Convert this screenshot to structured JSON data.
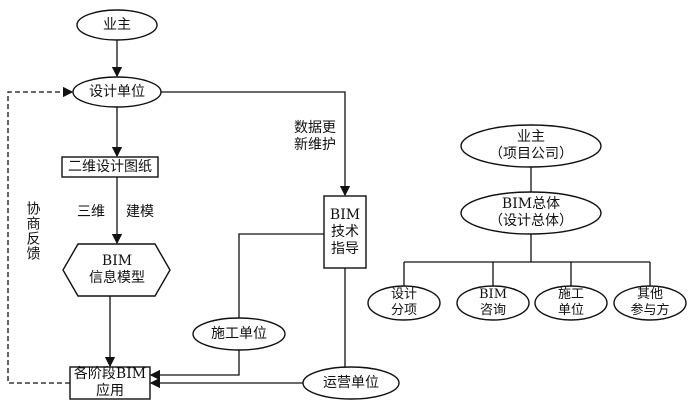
{
  "left_flow": {
    "owner": "业主",
    "design_unit": "设计单位",
    "drawings_2d": "二维设计图纸",
    "modeling_left": "三维",
    "modeling_right": "建模",
    "bim_model_line1": "BIM",
    "bim_model_line2": "信息模型",
    "construction_unit": "施工单位",
    "operation_unit": "运营单位",
    "stage_app_line1": "各阶段BIM",
    "stage_app_line2": "应用",
    "feedback_label": "协商反馈",
    "data_update_line1": "数据更",
    "data_update_line2": "新维护",
    "tech_guide_line1": "BIM",
    "tech_guide_line2": "技术",
    "tech_guide_line3": "指导"
  },
  "org_chart": {
    "owner_line1": "业主",
    "owner_line2": "（项目公司）",
    "general_line1": "BIM总体",
    "general_line2": "（设计总体）",
    "children": [
      {
        "line1": "设计",
        "line2": "分项"
      },
      {
        "line1": "BIM",
        "line2": "咨询"
      },
      {
        "line1": "施工",
        "line2": "单位"
      },
      {
        "line1": "其他",
        "line2": "参与方"
      }
    ]
  }
}
